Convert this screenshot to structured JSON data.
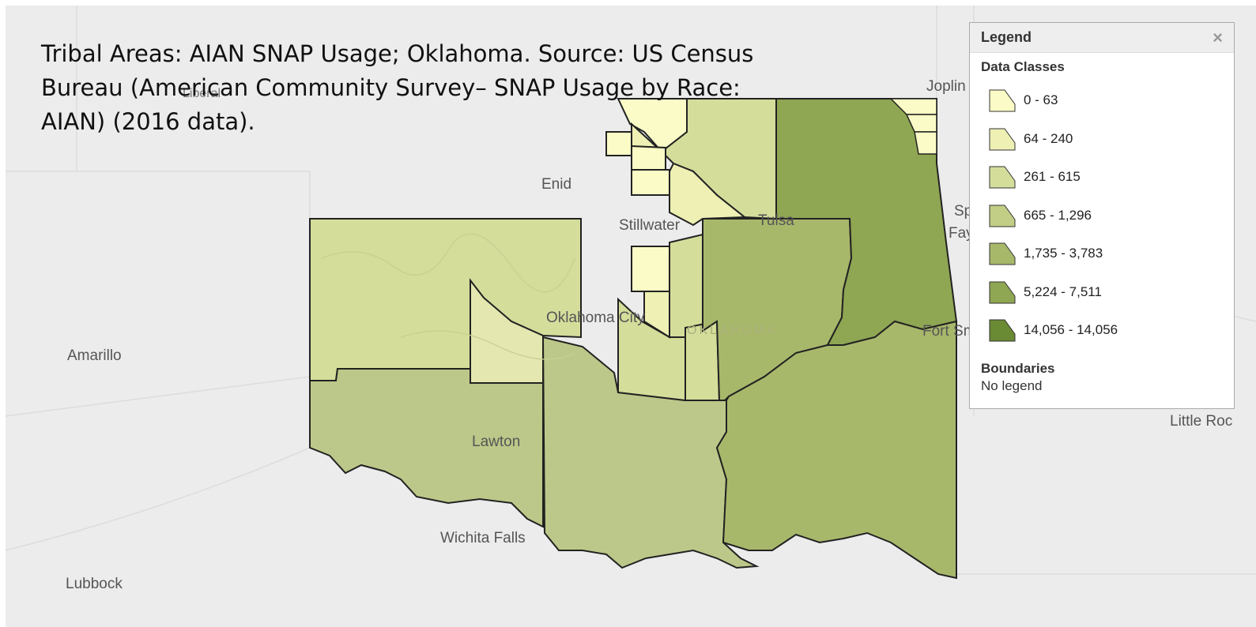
{
  "caption": "Tribal Areas: AIAN SNAP Usage; Oklahoma. Source: US Census Bureau (American Community Survey– SNAP Usage by Race: AIAN) (2016 data).",
  "cities": {
    "liberal": "Liberal",
    "joplin": "Joplin",
    "enid": "Enid",
    "stillwater": "Stillwater",
    "tulsa": "Tulsa",
    "springdale": "Sp",
    "fayetteville": "Fay",
    "oklahoma_city": "Oklahoma City",
    "fort_smith": "Fort Sm",
    "amarillo": "Amarillo",
    "lawton": "Lawton",
    "wichita_falls": "Wichita Falls",
    "little_rock": "Little Roc",
    "lubbock": "Lubbock",
    "state_label": "OKLAHOMA"
  },
  "legend": {
    "title": "Legend",
    "close": "×",
    "data_classes_title": "Data Classes",
    "classes": [
      {
        "label": "0 - 63",
        "color": "#fafbc6"
      },
      {
        "label": "64 - 240",
        "color": "#eef0b4"
      },
      {
        "label": "261 - 615",
        "color": "#d5dd9b"
      },
      {
        "label": "665 - 1,296",
        "color": "#c2cd86"
      },
      {
        "label": "1,735 - 3,783",
        "color": "#a8b86b"
      },
      {
        "label": "5,224 - 7,511",
        "color": "#8fa653"
      },
      {
        "label": "14,056 - 14,056",
        "color": "#6a8a34"
      }
    ],
    "boundaries_title": "Boundaries",
    "boundaries_text": "No legend"
  },
  "colors": {
    "map_background": "#ececec",
    "outline": "#222222",
    "class_0_63": "#fafbc6",
    "class_64_240": "#eef0b4",
    "class_261_615": "#d5dd9b",
    "class_665_1296": "#c2cd86",
    "class_1735_3783": "#a8b86b",
    "class_5224_7511": "#8fa653"
  }
}
